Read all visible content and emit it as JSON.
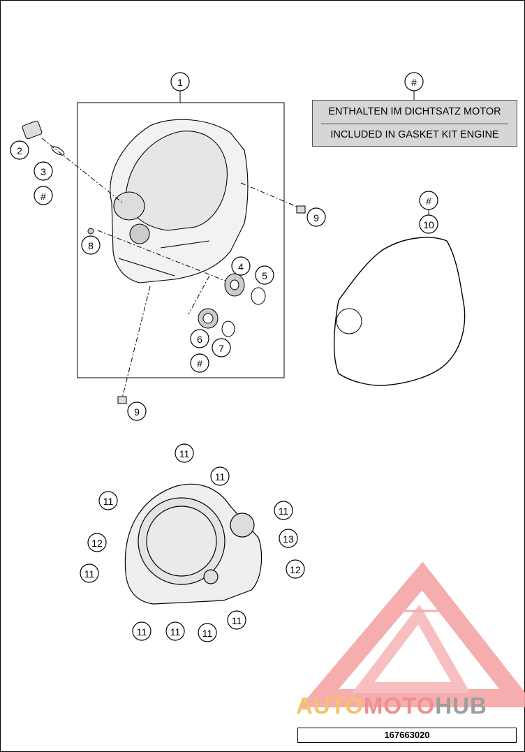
{
  "legend": {
    "german": "ENTHALTEN IM DICHTSATZ MOTOR",
    "english": "INCLUDED IN GASKET KIT ENGINE"
  },
  "part_number": "167663020",
  "watermark": {
    "part1": "AUTO",
    "part2": "MOTO",
    "part3": "HUB",
    "colors": {
      "auto": "#f2c46a",
      "moto": "#ef8f8f",
      "hub": "#9e9e9e",
      "logo": "#f08c8c"
    }
  },
  "callouts": [
    {
      "label": "1"
    },
    {
      "label": "#"
    },
    {
      "label": "2"
    },
    {
      "label": "3"
    },
    {
      "label": "#"
    },
    {
      "label": "9"
    },
    {
      "label": "#"
    },
    {
      "label": "10"
    },
    {
      "label": "8"
    },
    {
      "label": "4"
    },
    {
      "label": "5"
    },
    {
      "label": "6"
    },
    {
      "label": "#"
    },
    {
      "label": "7"
    },
    {
      "label": "9"
    },
    {
      "label": "11"
    },
    {
      "label": "11"
    },
    {
      "label": "11"
    },
    {
      "label": "11"
    },
    {
      "label": "12"
    },
    {
      "label": "13"
    },
    {
      "label": "11"
    },
    {
      "label": "12"
    },
    {
      "label": "11"
    },
    {
      "label": "11"
    },
    {
      "label": "11"
    },
    {
      "label": "11"
    }
  ]
}
